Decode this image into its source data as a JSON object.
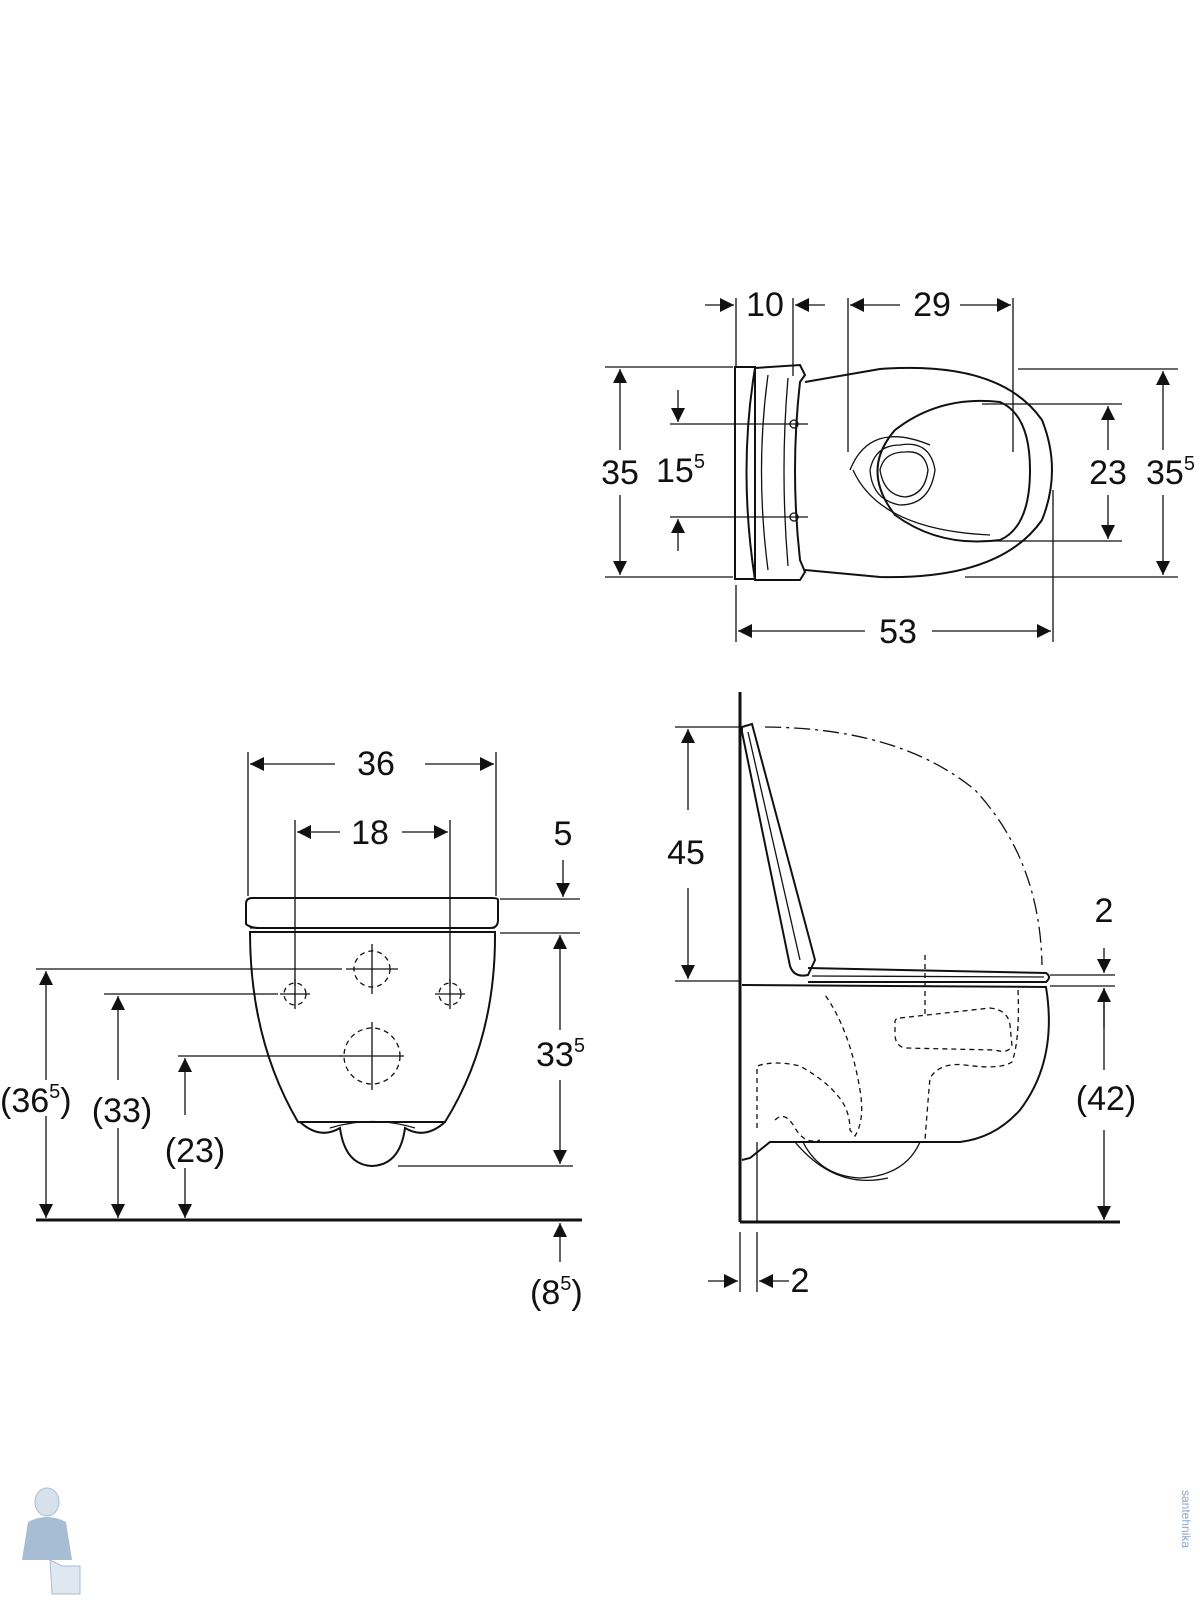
{
  "top_view": {
    "seat_depth": "10",
    "bowl_opening_length": "29",
    "fixing_width": "35",
    "bolt_spacing": {
      "base": "15",
      "sup": "5"
    },
    "bowl_opening_width": "23",
    "overall_width": {
      "base": "35",
      "sup": "5"
    },
    "overall_length": "53"
  },
  "front_view": {
    "overall_width": "36",
    "bolt_spacing": "18",
    "seat_thickness": "5",
    "bowl_height": {
      "base": "33",
      "sup": "5"
    },
    "top_height": {
      "base": "(36",
      "sup": "5",
      "close": ")"
    },
    "bolt_height": "(33)",
    "outlet_height": "(23)",
    "below_floor": {
      "base": "(8",
      "sup": "5",
      "close": ")"
    }
  },
  "side_view": {
    "lid_height": "45",
    "seat_gap": "2",
    "seat_height": "(42)",
    "wall_gap": "2"
  },
  "watermark": {
    "text": "santehnika"
  },
  "colors": {
    "line": "#111111",
    "watermark": "#8aa7c6"
  }
}
